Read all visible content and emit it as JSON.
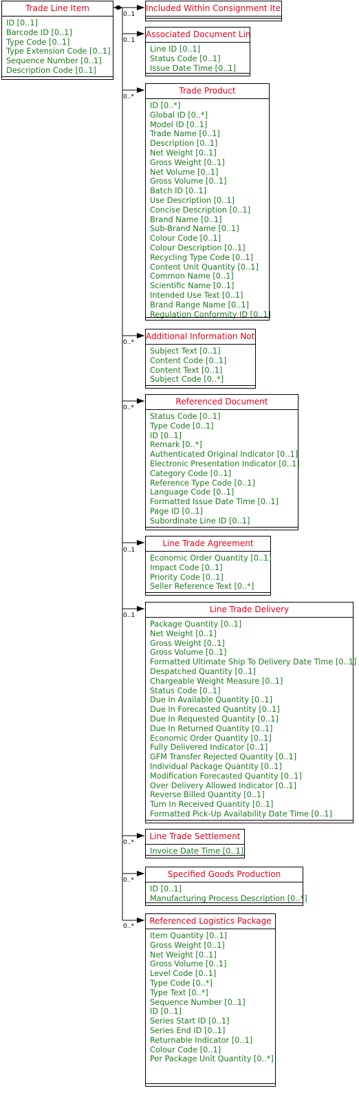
{
  "root": {
    "name": "Trade Line Item",
    "attributes": [
      "ID [0..1]",
      "Barcode ID [0..1]",
      "Type Code [0..1]",
      "Type Extension Code [0..1]",
      "Sequence Number [0..1]",
      "Description Code [0..1]"
    ]
  },
  "associations": [
    {
      "multiplicity": "0..1",
      "class": {
        "name": "Included Within Consignment Item",
        "attributes": []
      }
    },
    {
      "multiplicity": "0..1",
      "class": {
        "name": "Associated Document Line",
        "attributes": [
          "Line ID [0..1]",
          "Status Code [0..1]",
          "Issue Date Time [0..1]"
        ]
      }
    },
    {
      "multiplicity": "0..*",
      "class": {
        "name": "Trade Product",
        "attributes": [
          "ID [0..*]",
          "Global ID [0..*]",
          "Model ID [0..1]",
          "Trade Name [0..1]",
          "Description [0..1]",
          "Net Weight [0..1]",
          "Gross Weight [0..1]",
          "Net Volume [0..1]",
          "Gross Volume [0..1]",
          "Batch ID [0..1]",
          "Use Description [0..1]",
          "Concise Description [0..1]",
          "Brand Name [0..1]",
          "Sub-Brand Name [0..1]",
          "Colour Code [0..1]",
          "Colour Description [0..1]",
          "Recycling Type Code [0..1]",
          "Content Unit Quantity [0..1]",
          "Common Name [0..1]",
          "Scientific Name [0..1]",
          "Intended Use Text [0..1]",
          "Brand Range Name [0..1]",
          "Regulation Conformity ID [0..1]"
        ]
      }
    },
    {
      "multiplicity": "0..*",
      "class": {
        "name": "Additional Information Note",
        "attributes": [
          "Subject Text [0..1]",
          "Content Code [0..1]",
          "Content Text [0..1]",
          "Subject Code [0..*]"
        ]
      }
    },
    {
      "multiplicity": "0..*",
      "class": {
        "name": "Referenced Document",
        "attributes": [
          "Status Code [0..1]",
          "Type Code [0..1]",
          "ID [0..1]",
          "Remark [0..*]",
          "Authenticated Original Indicator [0..1]",
          "Electronic Presentation Indicator [0..1]",
          "Category Code [0..1]",
          "Reference Type Code [0..1]",
          "Language Code [0..1]",
          "Formatted Issue Date Time [0..1]",
          "Page ID [0..1]",
          "Subordinate Line ID [0..1]"
        ]
      }
    },
    {
      "multiplicity": "0..1",
      "class": {
        "name": "Line Trade Agreement",
        "attributes": [
          "Economic Order Quantity [0..1]",
          "Impact Code [0..1]",
          "Priority Code [0..1]",
          "Seller Reference Text [0..*]"
        ]
      }
    },
    {
      "multiplicity": "0..1",
      "class": {
        "name": "Line Trade Delivery",
        "attributes": [
          "Package Quantity [0..1]",
          "Net Weight [0..1]",
          "Gross Weight [0..1]",
          "Gross Volume [0..1]",
          "Formatted Ultimate Ship To Delivery Date Time [0..1]",
          "Despatched Quantity [0..1]",
          "Chargeable Weight Measure [0..1]",
          "Status Code [0..1]",
          "Due In Available Quantity [0..1]",
          "Due In Forecasted Quantity [0..1]",
          "Due In Requested Quantity [0..1]",
          "Due In Returned Quantity [0..1]",
          "Economic Order Quantity [0..1]",
          "Fully Delivered Indicator [0..1]",
          "GFM Transfer Rejected Quantity [0..1]",
          "Individual Package Quantity [0..1]",
          "Modification Forecasted Quantity [0..1]",
          "Over Delivery Allowed Indicator [0..1]",
          "Reverse Billed Quantity [0..1]",
          "Turn In Received Quantity [0..1]",
          "Formatted Pick-Up Availability Date Time [0..1]"
        ]
      }
    },
    {
      "multiplicity": "0..*",
      "class": {
        "name": "Line Trade Settlement",
        "attributes": [
          "Invoice Date Time [0..1]"
        ]
      }
    },
    {
      "multiplicity": "0..*",
      "class": {
        "name": "Specified Goods Production",
        "attributes": [
          "ID [0..1]",
          "Manufacturing Process Description [0..*]"
        ]
      }
    },
    {
      "multiplicity": "0..*",
      "class": {
        "name": "Referenced Logistics Package",
        "attributes": [
          "Item Quantity [0..1]",
          "Gross Weight [0..1]",
          "Net Weight [0..1]",
          "Gross Volume [0..1]",
          "Level Code [0..1]",
          "Type Code [0..*]",
          "Type Text [0..*]",
          "Sequence Number [0..1]",
          "ID [0..1]",
          "Series Start ID [0..1]",
          "Series End ID [0..1]",
          "Returnable Indicator [0..1]",
          "Colour Code [0..1]",
          "Per Package Unit Quantity [0..*]"
        ]
      }
    }
  ],
  "colors": {
    "class_name": "#e8001c",
    "attribute": "#1c7a1c",
    "line": "#000000"
  }
}
